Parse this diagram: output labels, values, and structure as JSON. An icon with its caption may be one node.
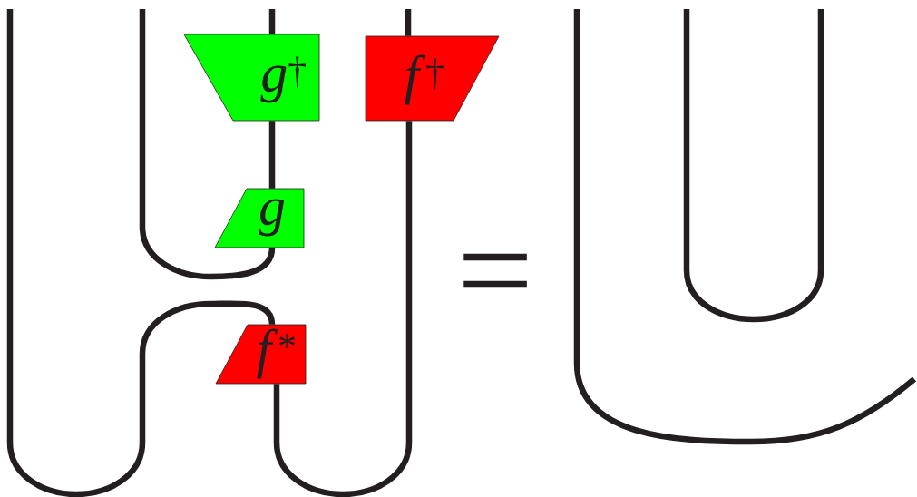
{
  "diagram": {
    "nodes": [
      {
        "text": [
          "*g*$^{†}$"
        ]
      },
      {
        "text": [
          "*f*$^{†}$"
        ]
      },
      {
        "text": [
          "*g*"
        ]
      },
      {
        "text": [
          "*f*$^{*}$"
        ]
      }
    ],
    "edges": [
      {
        "from": null,
        "to": 0,
        "arrow": "none"
      },
      {
        "from": null,
        "to": 1,
        "arrow": "none"
      },
      {
        "from": 0,
        "to": 2,
        "arrow": "none"
      },
      {
        "from": 2,
        "to": null,
        "arrow": "none"
      },
      {
        "from": 3,
        "to": null,
        "arrow": "none"
      },
      {
        "from": 3,
        "to": 1,
        "arrow": "none"
      }
    ],
    "labels": [
      "="
    ]
  }
}
